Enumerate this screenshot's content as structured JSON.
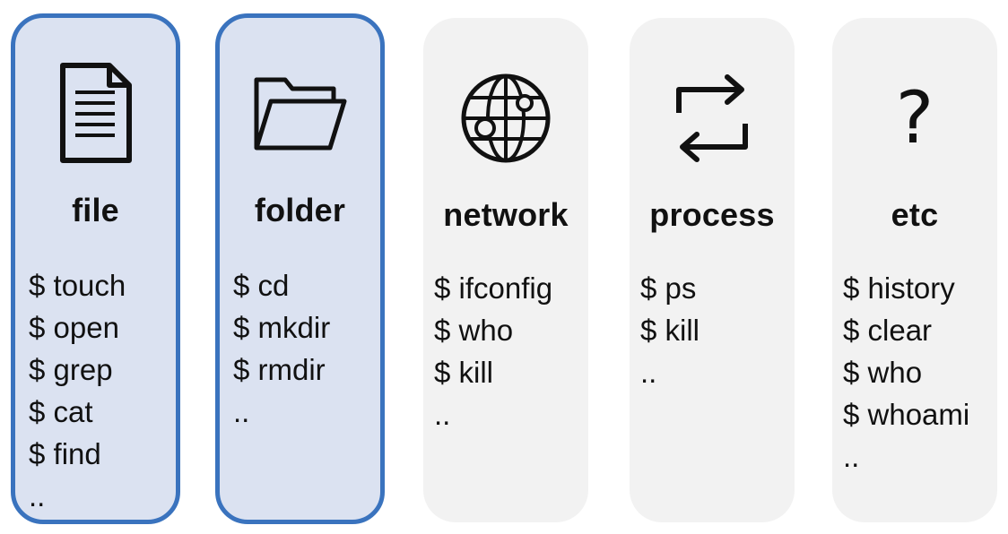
{
  "cards": [
    {
      "id": "file",
      "title": "file",
      "icon": "document-icon",
      "selected": true,
      "commands": [
        "$ touch",
        "$ open",
        "$ grep",
        "$ cat",
        "$ find",
        ".."
      ]
    },
    {
      "id": "folder",
      "title": "folder",
      "icon": "folder-icon",
      "selected": true,
      "commands": [
        "$ cd",
        "$ mkdir",
        "$ rmdir",
        ".."
      ]
    },
    {
      "id": "network",
      "title": "network",
      "icon": "globe-network-icon",
      "selected": false,
      "commands": [
        "$ ifconfig",
        "$ who",
        "$ kill",
        ".."
      ]
    },
    {
      "id": "process",
      "title": "process",
      "icon": "repeat-arrows-icon",
      "selected": false,
      "commands": [
        "$ ps",
        "$ kill",
        ".."
      ]
    },
    {
      "id": "etc",
      "title": "etc",
      "icon": "question-mark-icon",
      "icon_glyph": "?",
      "selected": false,
      "commands": [
        "$ history",
        "$ clear",
        "$ who",
        "$ whoami",
        ".."
      ]
    }
  ],
  "colors": {
    "selected_fill": "#dbe2f1",
    "selected_border": "#3a73be",
    "unselected_fill": "#f2f2f2",
    "text": "#111111"
  }
}
